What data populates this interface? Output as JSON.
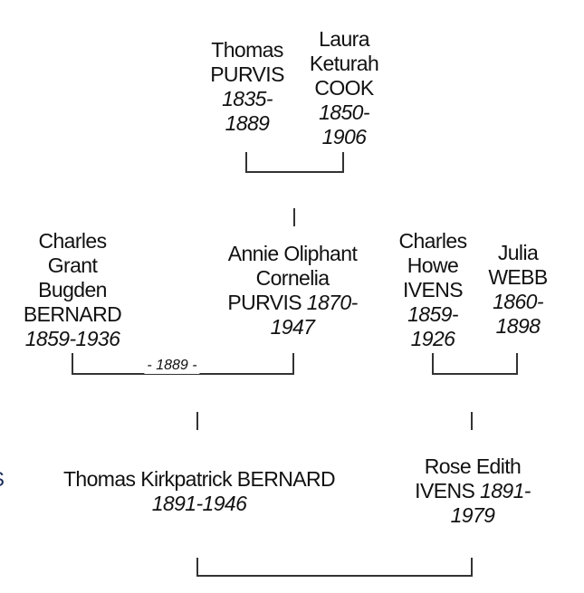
{
  "people": {
    "thomas_purvis": {
      "l1": "Thomas",
      "l2": "PURVIS",
      "l3": "1835-",
      "l4": "1889"
    },
    "laura_cook": {
      "l1": "Laura",
      "l2": "Keturah",
      "l3": "COOK",
      "l4": "1850-",
      "l5": "1906"
    },
    "charles_bernard": {
      "l1": "Charles",
      "l2": "Grant",
      "l3": "Bugden",
      "l4": "BERNARD",
      "l5": "1859-1936"
    },
    "annie_purvis": {
      "l1": "Annie Oliphant",
      "l2": "Cornelia",
      "l3": "PURVIS",
      "l3d": "1870-",
      "l4": "1947"
    },
    "charles_ivens": {
      "l1": "Charles",
      "l2": "Howe",
      "l3": "IVENS",
      "l4": "1859-",
      "l5": "1926"
    },
    "julia_webb": {
      "l1": "Julia",
      "l2": "WEBB",
      "l3": "1860-",
      "l4": "1898"
    },
    "thomas_bernard": {
      "l1": "Thomas Kirkpatrick BERNARD",
      "l2": "1891-1946"
    },
    "rose_ivens": {
      "l1": "Rose Edith",
      "l2": "IVENS",
      "l2d": "1891-",
      "l3": "1979"
    }
  },
  "marriage_bernard_purvis": "- 1889 -",
  "edge_fragment": "S"
}
